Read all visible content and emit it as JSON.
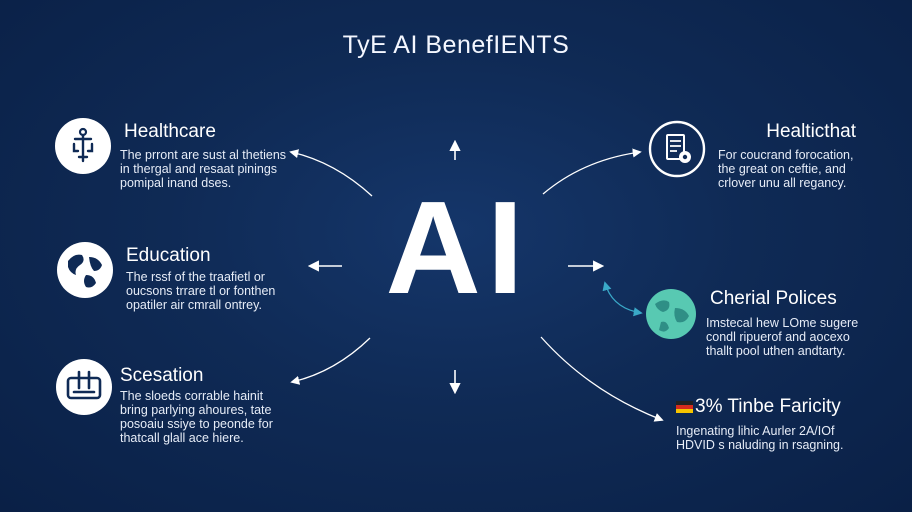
{
  "title": "TyE AI BenefIENTS",
  "center_label": "AI",
  "colors": {
    "background": "#0f2a55",
    "accent_teal": "#34b3c9",
    "globe_green": "#58c9b2"
  },
  "nodes": {
    "healthcare": {
      "heading": "Healthcare",
      "lines": [
        "The prront are sust al thetiens",
        "in thergal and resaat pinings",
        "pomipal inand dses."
      ],
      "icon": "medical-symbol-icon"
    },
    "education": {
      "heading": "Education",
      "lines": [
        "The rssf of the traafietl or",
        "oucsons trrare tl or fonthen",
        "opatiler air cmrall ontrey."
      ],
      "icon": "globe-icon"
    },
    "scesation": {
      "heading": "Scesation",
      "lines": [
        "The sloeds corrable hainit",
        "bring parlying ahoures, tate",
        "posoaiu ssiye to peonde for",
        "thatcall glall ace hiere."
      ],
      "icon": "server-icon"
    },
    "healticthat": {
      "heading": "Healticthat",
      "lines": [
        "For coucrand forocation,",
        "the great on ceftie, and",
        "crlover unu all regancy."
      ],
      "icon": "document-settings-icon"
    },
    "cherial_polices": {
      "heading": "Cherial Polices",
      "lines": [
        "Imstecal hew LOme sugere",
        "condl ripuerof and aocexo",
        "thallt pool uthen andtarty."
      ],
      "icon": "earth-icon"
    },
    "tinbe_faricity": {
      "heading": "3% Tinbe Faricity",
      "lines": [
        "Ingenating lihic Aurler 2A/IOf",
        "HDVID s naluding in rsagning."
      ],
      "icon": "flag-icon"
    }
  }
}
